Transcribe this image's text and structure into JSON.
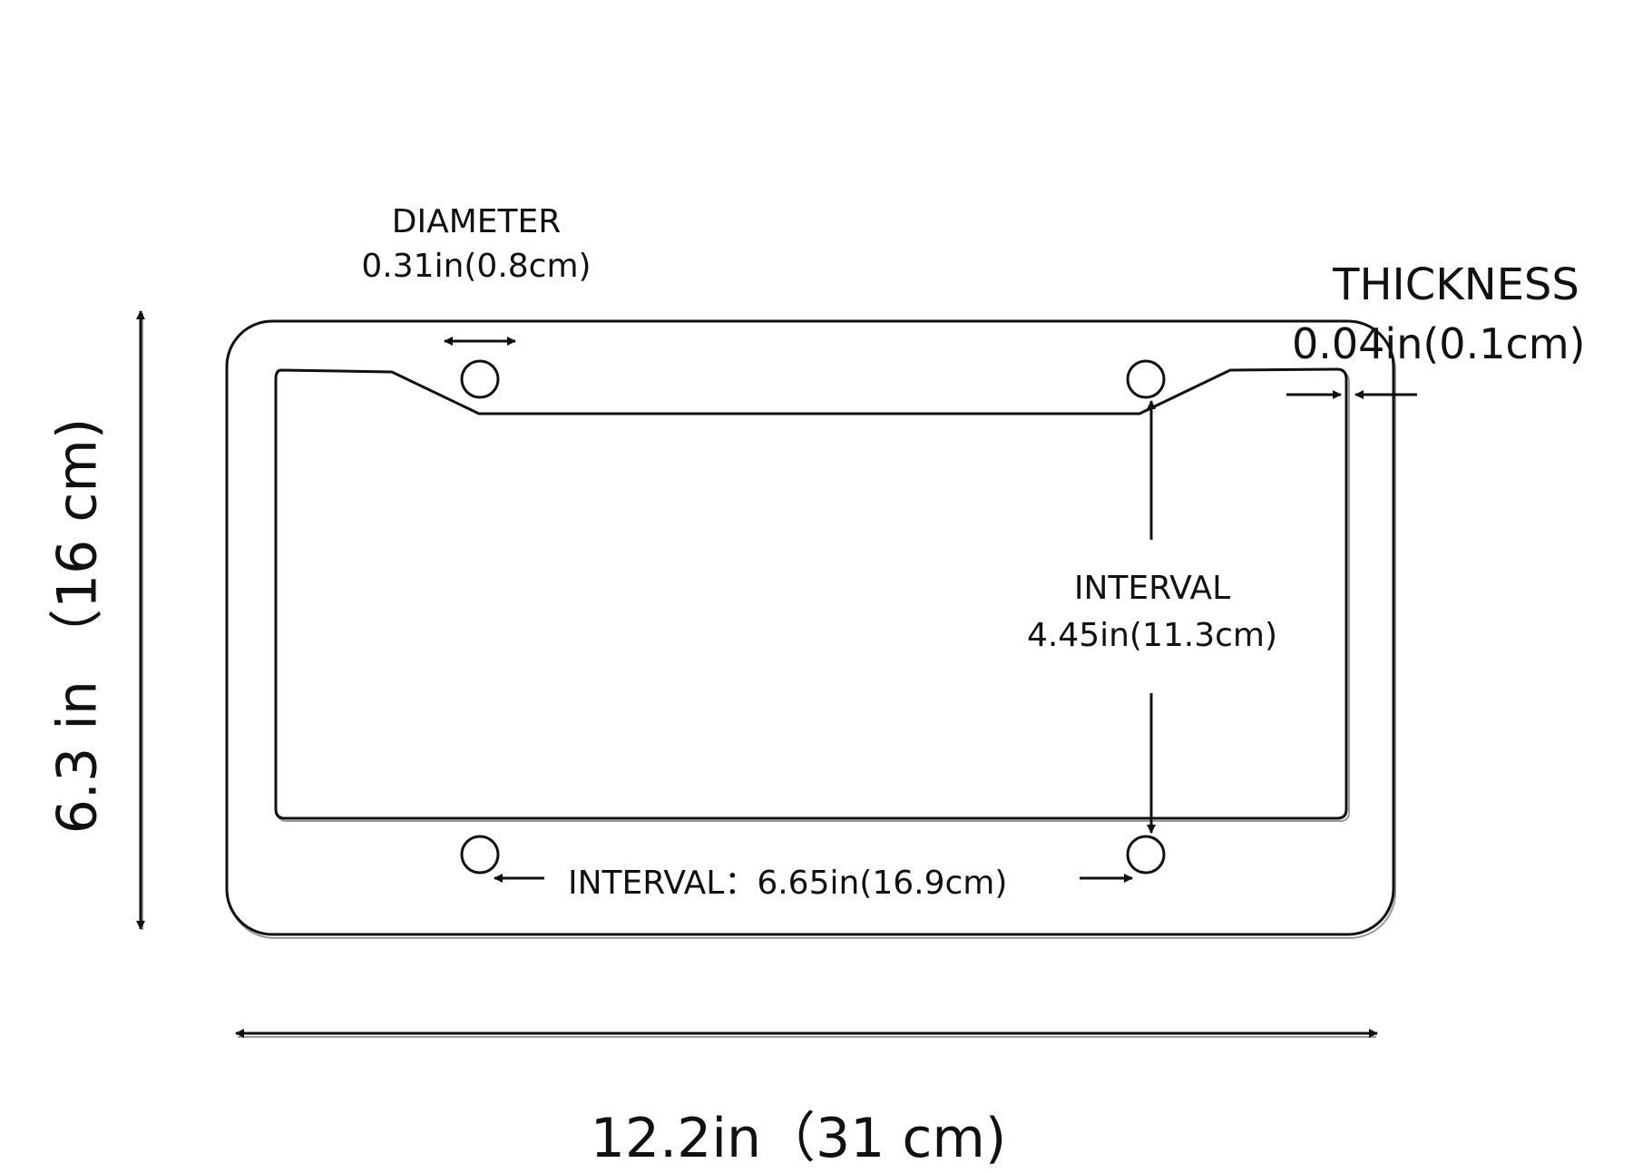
{
  "diagram": {
    "subject": "license-plate-frame",
    "colors": {
      "line": "#111111",
      "shadow": "#9a9a9a",
      "background": "#ffffff"
    },
    "dimensions": {
      "diameter": {
        "title": "DIAMETER",
        "value": "0.31in(0.8cm)"
      },
      "thickness": {
        "title": "THICKNESS",
        "value": "0.04in(0.1cm)"
      },
      "vertical_interval": {
        "title": "INTERVAL",
        "value": "4.45in(11.3cm)"
      },
      "horizontal_interval": {
        "label": "INTERVAL：6.65in(16.9cm)"
      },
      "height": {
        "label": "6.3 in （16 cm)"
      },
      "width": {
        "label": "12.2in（31 cm)"
      }
    }
  }
}
